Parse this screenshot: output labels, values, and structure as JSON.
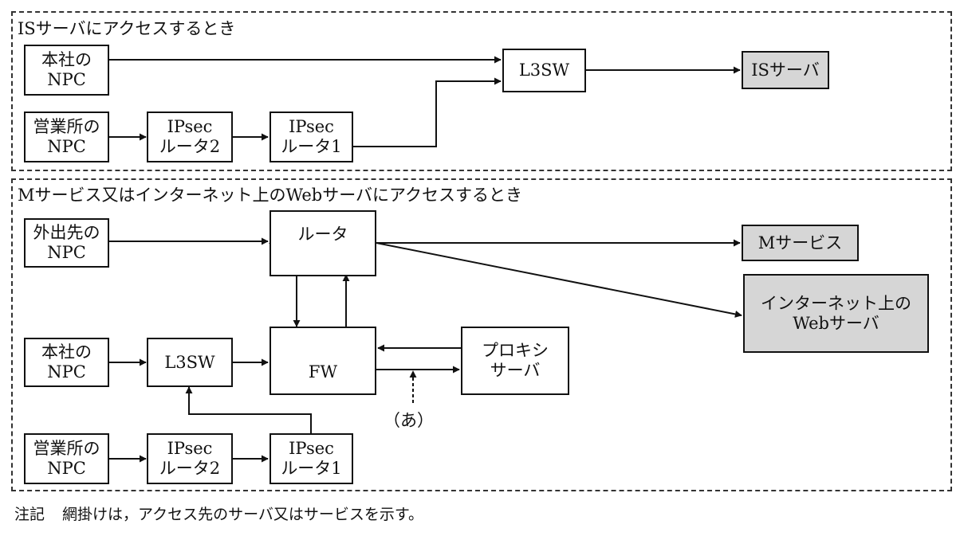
{
  "regions": {
    "is_access": {
      "title": "ISサーバにアクセスするとき"
    },
    "web_access": {
      "title": "Mサービス又はインターネット上のWebサーバにアクセスするとき"
    }
  },
  "nodes": {
    "hq_npc_1": [
      "本社の",
      "NPC"
    ],
    "branch_npc_1": [
      "営業所の",
      "NPC"
    ],
    "ipsec2_1": [
      "IPsec",
      "ルータ2"
    ],
    "ipsec1_1": [
      "IPsec",
      "ルータ1"
    ],
    "l3sw_1": "L3SW",
    "is_server": "ISサーバ",
    "outside_npc": [
      "外出先の",
      "NPC"
    ],
    "router": "ルータ",
    "m_service": "Mサービス",
    "web_server": [
      "インターネット上の",
      "Webサーバ"
    ],
    "hq_npc_2": [
      "本社の",
      "NPC"
    ],
    "l3sw_2": "L3SW",
    "fw": "FW",
    "proxy": [
      "プロキシ",
      "サーバ"
    ],
    "branch_npc_2": [
      "営業所の",
      "NPC"
    ],
    "ipsec2_2": [
      "IPsec",
      "ルータ2"
    ],
    "ipsec1_2": [
      "IPsec",
      "ルータ1"
    ]
  },
  "annotation": "（あ）",
  "note": {
    "head": "注記",
    "text": "網掛けは，アクセス先のサーバ又はサービスを示す。"
  },
  "colors": {
    "shaded": "#d6d6d6",
    "line": "#111111",
    "border": "#333333"
  }
}
